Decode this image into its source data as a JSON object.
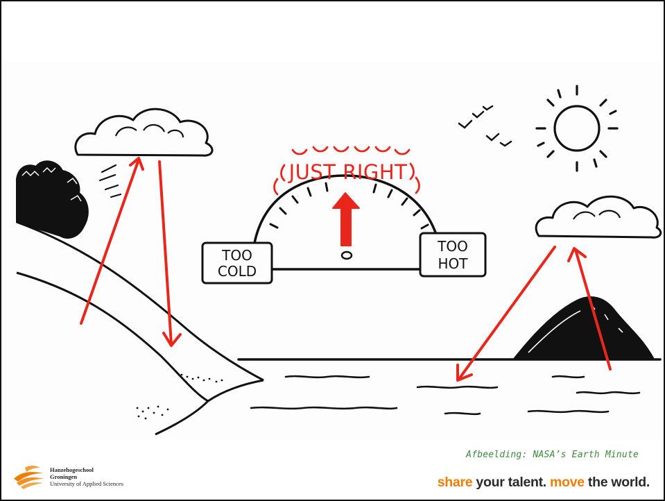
{
  "illustration": {
    "gauge_top_label": "JUST RIGHT",
    "left_label_line1": "TOO",
    "left_label_line2": "COLD",
    "right_label_line1": "TOO",
    "right_label_line2": "HOT",
    "colors": {
      "ink": "#111111",
      "arrow_red": "#e8261c",
      "paper": "#fdfdfd"
    }
  },
  "footer": {
    "caption": "Afbeelding: NASA’s Earth Minute",
    "caption_color": "#3a8a3a",
    "logo": {
      "line1": "Hanzehogeschool",
      "line2": "Groningen",
      "line3": "University of Applied Sciences",
      "icon": "flame-swoosh-logo-icon",
      "color": "#f07d00"
    },
    "tagline": {
      "part1": "share",
      "part2": " your talent.",
      "part3": " move",
      "part4": " the world.",
      "orange": "#f07d00",
      "dark": "#2a2a2a"
    }
  }
}
